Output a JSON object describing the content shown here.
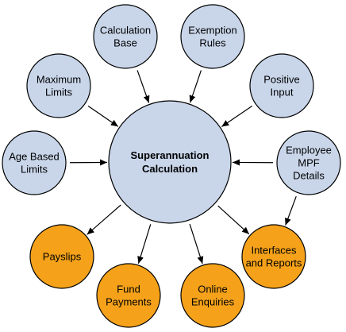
{
  "colors": {
    "input_node": "#c9d6ea",
    "output_node": "#f5a21a",
    "outline": "#000000"
  },
  "center": {
    "line1": "Superannuation",
    "line2": "Calculation"
  },
  "inputs": [
    {
      "id": "calculation-base",
      "lines": [
        "Calculation",
        "Base"
      ]
    },
    {
      "id": "exemption-rules",
      "lines": [
        "Exemption",
        "Rules"
      ]
    },
    {
      "id": "maximum-limits",
      "lines": [
        "Maximum",
        "Limits"
      ]
    },
    {
      "id": "positive-input",
      "lines": [
        "Positive",
        "Input"
      ]
    },
    {
      "id": "age-based-limits",
      "lines": [
        "Age Based",
        "Limits"
      ]
    },
    {
      "id": "employee-mpf-details",
      "lines": [
        "Employee",
        "MPF",
        "Details"
      ]
    }
  ],
  "outputs": [
    {
      "id": "payslips",
      "lines": [
        "Payslips"
      ]
    },
    {
      "id": "fund-payments",
      "lines": [
        "Fund",
        "Payments"
      ]
    },
    {
      "id": "online-enquiries",
      "lines": [
        "Online",
        "Enquiries"
      ]
    },
    {
      "id": "interfaces-and-reports",
      "lines": [
        "Interfaces",
        "and Reports"
      ]
    }
  ]
}
